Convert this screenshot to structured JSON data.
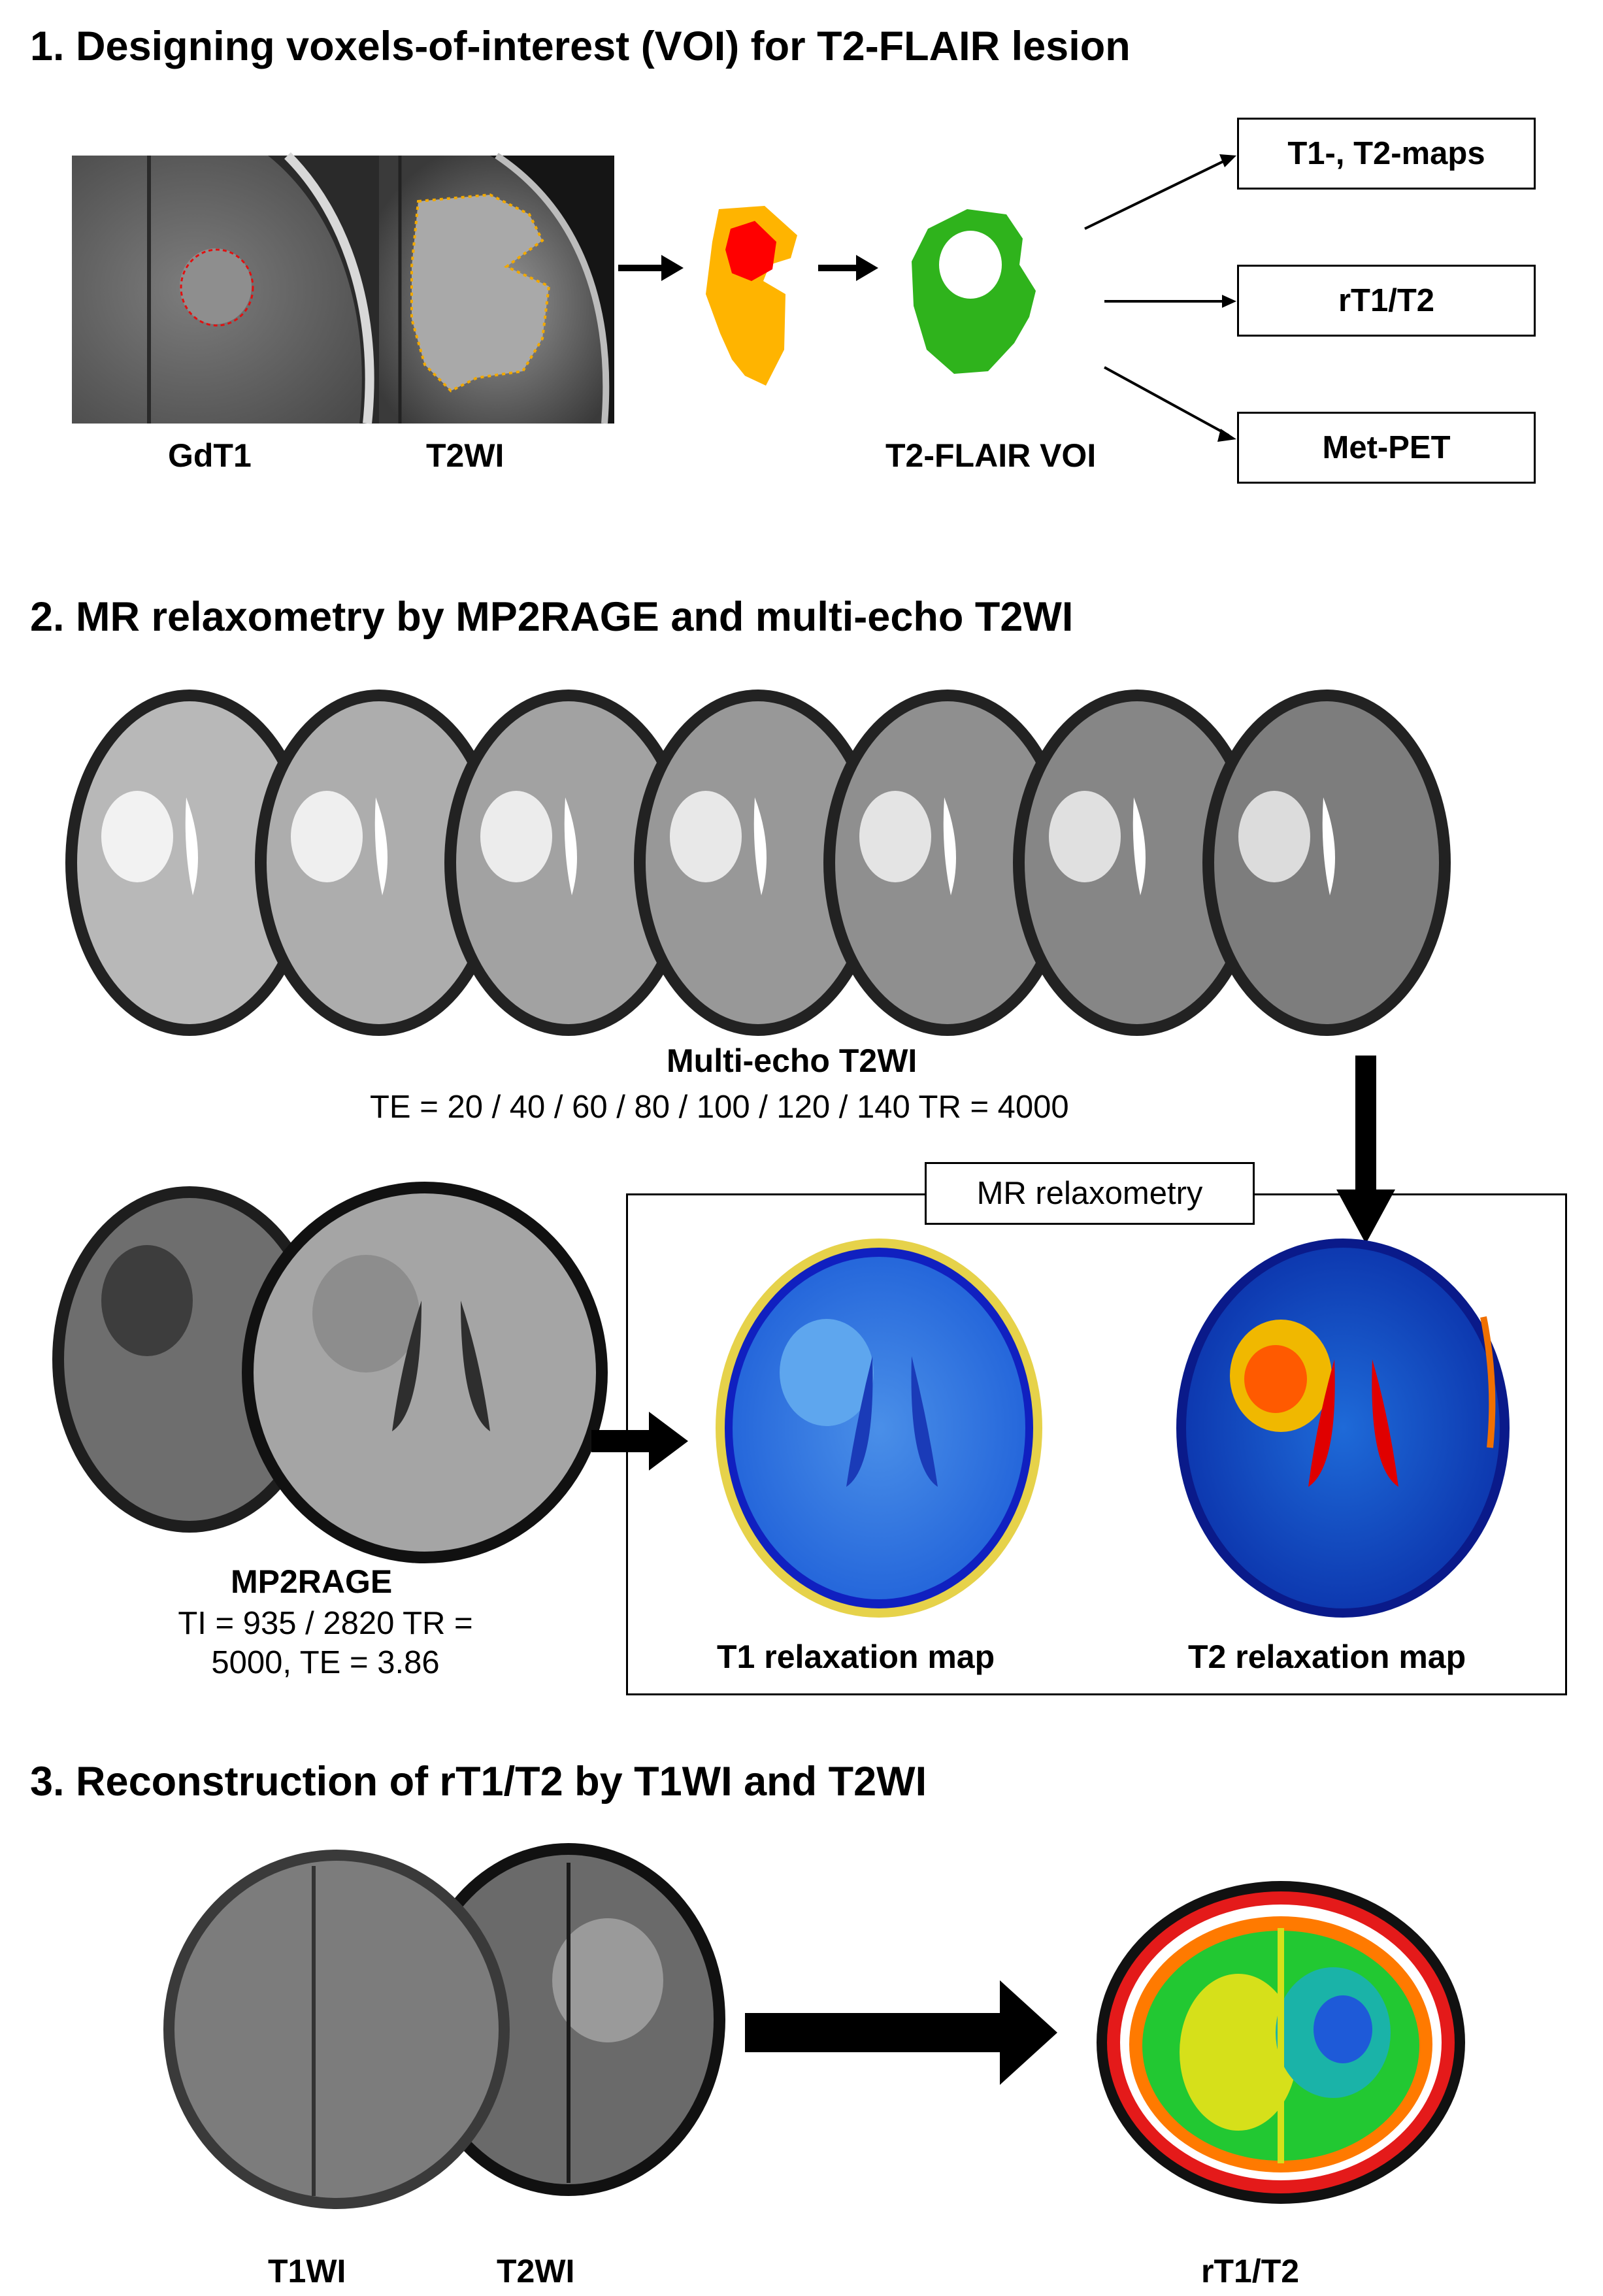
{
  "section1": {
    "heading": "1. Designing voxels-of-interest (VOI) for T2-FLAIR lesion",
    "label_gdt1": "GdT1",
    "label_t2wi": "T2WI",
    "label_voi": "T2-FLAIR VOI",
    "outputs": [
      "T1-, T2-maps",
      "rT1/T2",
      "Met-PET"
    ]
  },
  "section2": {
    "heading": "2. MR relaxometry by MP2RAGE and multi-echo T2WI",
    "multiecho_title": "Multi-echo T2WI",
    "multiecho_params": "TE = 20 / 40 / 60 / 80 / 100 / 120 / 140    TR = 4000",
    "mp2rage_title": "MP2RAGE",
    "mp2rage_params_line1": "TI = 935 / 2820 TR =",
    "mp2rage_params_line2": "5000, TE = 3.86",
    "relaxometry_box_label": "MR relaxometry",
    "t1_map_label": "T1 relaxation map",
    "t2_map_label": "T2 relaxation map"
  },
  "section3": {
    "heading": "3. Reconstruction of rT1/T2 by T1WI and T2WI",
    "label_t1wi": "T1WI",
    "label_t2wi": "T2WI",
    "label_rt1t2": "rT1/T2"
  },
  "colors": {
    "enhancing_outline": "#e01010",
    "flair_outline": "#f2a900",
    "voi_orange": "#ffb400",
    "voi_red": "#ff0000",
    "voi_green": "#2fb31c"
  }
}
